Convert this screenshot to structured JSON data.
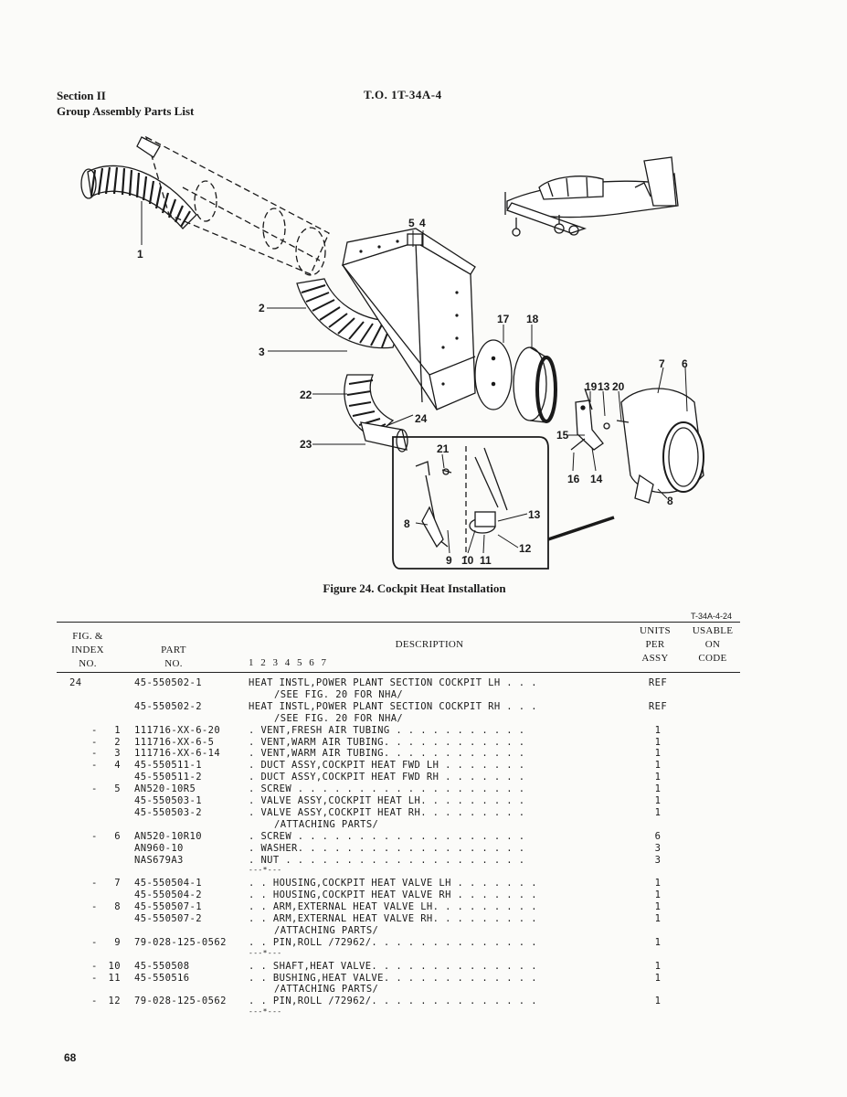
{
  "header": {
    "section": "Section II",
    "subtitle": "Group Assembly Parts List",
    "to_number": "T.O. 1T-34A-4"
  },
  "figure": {
    "caption": "Figure 24.  Cockpit Heat Installation",
    "code": "T-34A-4-24",
    "callouts": [
      "1",
      "2",
      "3",
      "4",
      "5",
      "6",
      "7",
      "8",
      "8",
      "9",
      "10",
      "11",
      "12",
      "13",
      "13",
      "14",
      "15",
      "16",
      "17",
      "18",
      "19",
      "20",
      "21",
      "22",
      "23",
      "24"
    ]
  },
  "table": {
    "columns": {
      "fig_index": "FIG. &\nINDEX\nNO.",
      "part_no": "PART\nNO.",
      "indent": "1 2 3 4 5 6 7",
      "description": "DESCRIPTION",
      "units": "UNITS\nPER\nASSY",
      "usable": "USABLE\nON\nCODE"
    },
    "rows": [
      {
        "fig": "24",
        "dash": "",
        "idx": "",
        "part": "45-550502-1",
        "desc": "HEAT INSTL,POWER PLANT SECTION COCKPIT LH . . .",
        "units": "REF"
      },
      {
        "fig": "",
        "dash": "",
        "idx": "",
        "part": "",
        "desc": "/SEE FIG. 20 FOR NHA/",
        "units": "",
        "indent": true
      },
      {
        "fig": "",
        "dash": "",
        "idx": "",
        "part": "45-550502-2",
        "desc": "HEAT INSTL,POWER PLANT SECTION COCKPIT RH . . .",
        "units": "REF"
      },
      {
        "fig": "",
        "dash": "",
        "idx": "",
        "part": "",
        "desc": "/SEE FIG. 20 FOR NHA/",
        "units": "",
        "indent": true
      },
      {
        "fig": "",
        "dash": "-",
        "idx": "1",
        "part": "111716-XX-6-20",
        "desc": ". VENT,FRESH AIR TUBING . . . . . . . . . . .",
        "units": "1"
      },
      {
        "fig": "",
        "dash": "-",
        "idx": "2",
        "part": "111716-XX-6-5",
        "desc": ". VENT,WARM AIR TUBING. . . . . . . . . . . .",
        "units": "1"
      },
      {
        "fig": "",
        "dash": "-",
        "idx": "3",
        "part": "111716-XX-6-14",
        "desc": ". VENT,WARM AIR TUBING. . . . . . . . . . . .",
        "units": "1"
      },
      {
        "fig": "",
        "dash": "-",
        "idx": "4",
        "part": "45-550511-1",
        "desc": ". DUCT ASSY,COCKPIT HEAT FWD LH . . . . . . .",
        "units": "1"
      },
      {
        "fig": "",
        "dash": "",
        "idx": "",
        "part": "45-550511-2",
        "desc": ". DUCT ASSY,COCKPIT HEAT FWD RH . . . . . . .",
        "units": "1"
      },
      {
        "fig": "",
        "dash": "-",
        "idx": "5",
        "part": "AN520-10R5",
        "desc": ". SCREW . . . . . . . . . . . . . . . . . . .",
        "units": "1"
      },
      {
        "fig": "",
        "dash": "",
        "idx": "",
        "part": "45-550503-1",
        "desc": ". VALVE ASSY,COCKPIT HEAT LH. . . . . . . . .",
        "units": "1"
      },
      {
        "fig": "",
        "dash": "",
        "idx": "",
        "part": "45-550503-2",
        "desc": ". VALVE ASSY,COCKPIT HEAT RH. . . . . . . . .",
        "units": "1"
      },
      {
        "fig": "",
        "dash": "",
        "idx": "",
        "part": "",
        "desc": "/ATTACHING PARTS/",
        "units": "",
        "indent": true
      },
      {
        "fig": "",
        "dash": "-",
        "idx": "6",
        "part": "AN520-10R10",
        "desc": ". SCREW . . . . . . . . . . . . . . . . . . .",
        "units": "6"
      },
      {
        "fig": "",
        "dash": "",
        "idx": "",
        "part": "AN960-10",
        "desc": ". WASHER. . . . . . . . . . . . . . . . . . .",
        "units": "3"
      },
      {
        "fig": "",
        "dash": "",
        "idx": "",
        "part": "NAS679A3",
        "desc": ". NUT . . . . . . . . . . . . . . . . . . . .",
        "units": "3"
      },
      {
        "fig": "",
        "dash": "",
        "idx": "",
        "part": "",
        "desc": "---*---",
        "units": ""
      },
      {
        "fig": "",
        "dash": "-",
        "idx": "7",
        "part": "45-550504-1",
        "desc": ". . HOUSING,COCKPIT HEAT VALVE LH . . . . . . .",
        "units": "1"
      },
      {
        "fig": "",
        "dash": "",
        "idx": "",
        "part": "45-550504-2",
        "desc": ". . HOUSING,COCKPIT HEAT VALVE RH . . . . . . .",
        "units": "1"
      },
      {
        "fig": "",
        "dash": "-",
        "idx": "8",
        "part": "45-550507-1",
        "desc": ". . ARM,EXTERNAL HEAT VALVE LH. . . . . . . . .",
        "units": "1"
      },
      {
        "fig": "",
        "dash": "",
        "idx": "",
        "part": "45-550507-2",
        "desc": ". . ARM,EXTERNAL HEAT VALVE RH. . . . . . . . .",
        "units": "1"
      },
      {
        "fig": "",
        "dash": "",
        "idx": "",
        "part": "",
        "desc": "/ATTACHING PARTS/",
        "units": "",
        "indent": true
      },
      {
        "fig": "",
        "dash": "-",
        "idx": "9",
        "part": "79-028-125-0562",
        "desc": ". . PIN,ROLL /72962/. . . . . . . . . . . . . .",
        "units": "1"
      },
      {
        "fig": "",
        "dash": "",
        "idx": "",
        "part": "",
        "desc": "---*---",
        "units": ""
      },
      {
        "fig": "",
        "dash": "-",
        "idx": "10",
        "part": "45-550508",
        "desc": ". . SHAFT,HEAT VALVE. . . . . . . . . . . . . .",
        "units": "1"
      },
      {
        "fig": "",
        "dash": "-",
        "idx": "11",
        "part": "45-550516",
        "desc": ". . BUSHING,HEAT VALVE. . . . . . . . . . . . .",
        "units": "1"
      },
      {
        "fig": "",
        "dash": "",
        "idx": "",
        "part": "",
        "desc": "/ATTACHING PARTS/",
        "units": "",
        "indent": true
      },
      {
        "fig": "",
        "dash": "-",
        "idx": "12",
        "part": "79-028-125-0562",
        "desc": ". . PIN,ROLL /72962/. . . . . . . . . . . . . .",
        "units": "1"
      },
      {
        "fig": "",
        "dash": "",
        "idx": "",
        "part": "",
        "desc": "---*---",
        "units": ""
      }
    ]
  },
  "footer": {
    "page": "68"
  }
}
